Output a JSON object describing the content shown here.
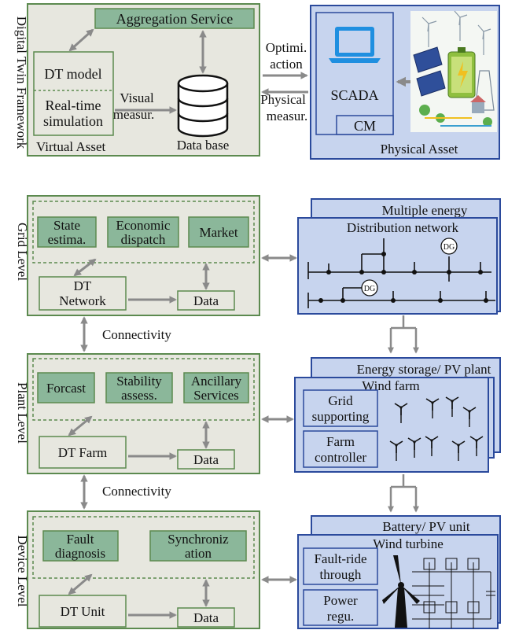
{
  "colors": {
    "virtual_fill": "#e7e7df",
    "virtual_stroke": "#5c8a4f",
    "green_box": "#8bb79a",
    "physical_fill": "#c7d4ee",
    "physical_stroke": "#2b4a9c",
    "arrow": "#8a8a8a",
    "laptop": "#1f8fe0"
  },
  "framework": {
    "side_label": "Digital Twin Framework",
    "aggregation": "Aggregation Service",
    "dt_model": "DT model",
    "realtime_1": "Real-time",
    "realtime_2": "simulation",
    "visual_1": "Visual",
    "visual_2": "measur.",
    "database": "Data base",
    "virtual_asset": "Virtual Asset",
    "optimi_1": "Optimi.",
    "optimi_2": "action",
    "physical_1": "Physical",
    "physical_2": "measur.",
    "scada": "SCADA",
    "cm": "CM",
    "physical_asset": "Physical Asset",
    "scene_icon": "energy-plant-illustration"
  },
  "grid": {
    "side_label": "Grid Level",
    "box1_1": "State",
    "box1_2": "estima.",
    "box2_1": "Economic",
    "box2_2": "dispatch",
    "box3": "Market",
    "dt_1": "DT",
    "dt_2": "Network",
    "data": "Data",
    "back_title": "Multiple energy",
    "front_title": "Distribution network",
    "dg": "DG"
  },
  "connectivity": "Connectivity",
  "plant": {
    "side_label": "Plant Level",
    "box1": "Forcast",
    "box2_1": "Stability",
    "box2_2": "assess.",
    "box3_1": "Ancillary",
    "box3_2": "Services",
    "dt": "DT Farm",
    "data": "Data",
    "back_title": "Energy storage/ PV plant",
    "front_title": "Wind farm",
    "inner1_1": "Grid",
    "inner1_2": "supporting",
    "inner2_1": "Farm",
    "inner2_2": "controller"
  },
  "device": {
    "side_label": "Device Level",
    "box1_1": "Fault",
    "box1_2": "diagnosis",
    "box2_1": "Synchroniz",
    "box2_2": "ation",
    "dt": "DT Unit",
    "data": "Data",
    "back_title": "Battery/ PV unit",
    "front_title": "Wind turbine",
    "inner1_1": "Fault-ride",
    "inner1_2": "through",
    "inner2_1": "Power",
    "inner2_2": "regu."
  }
}
